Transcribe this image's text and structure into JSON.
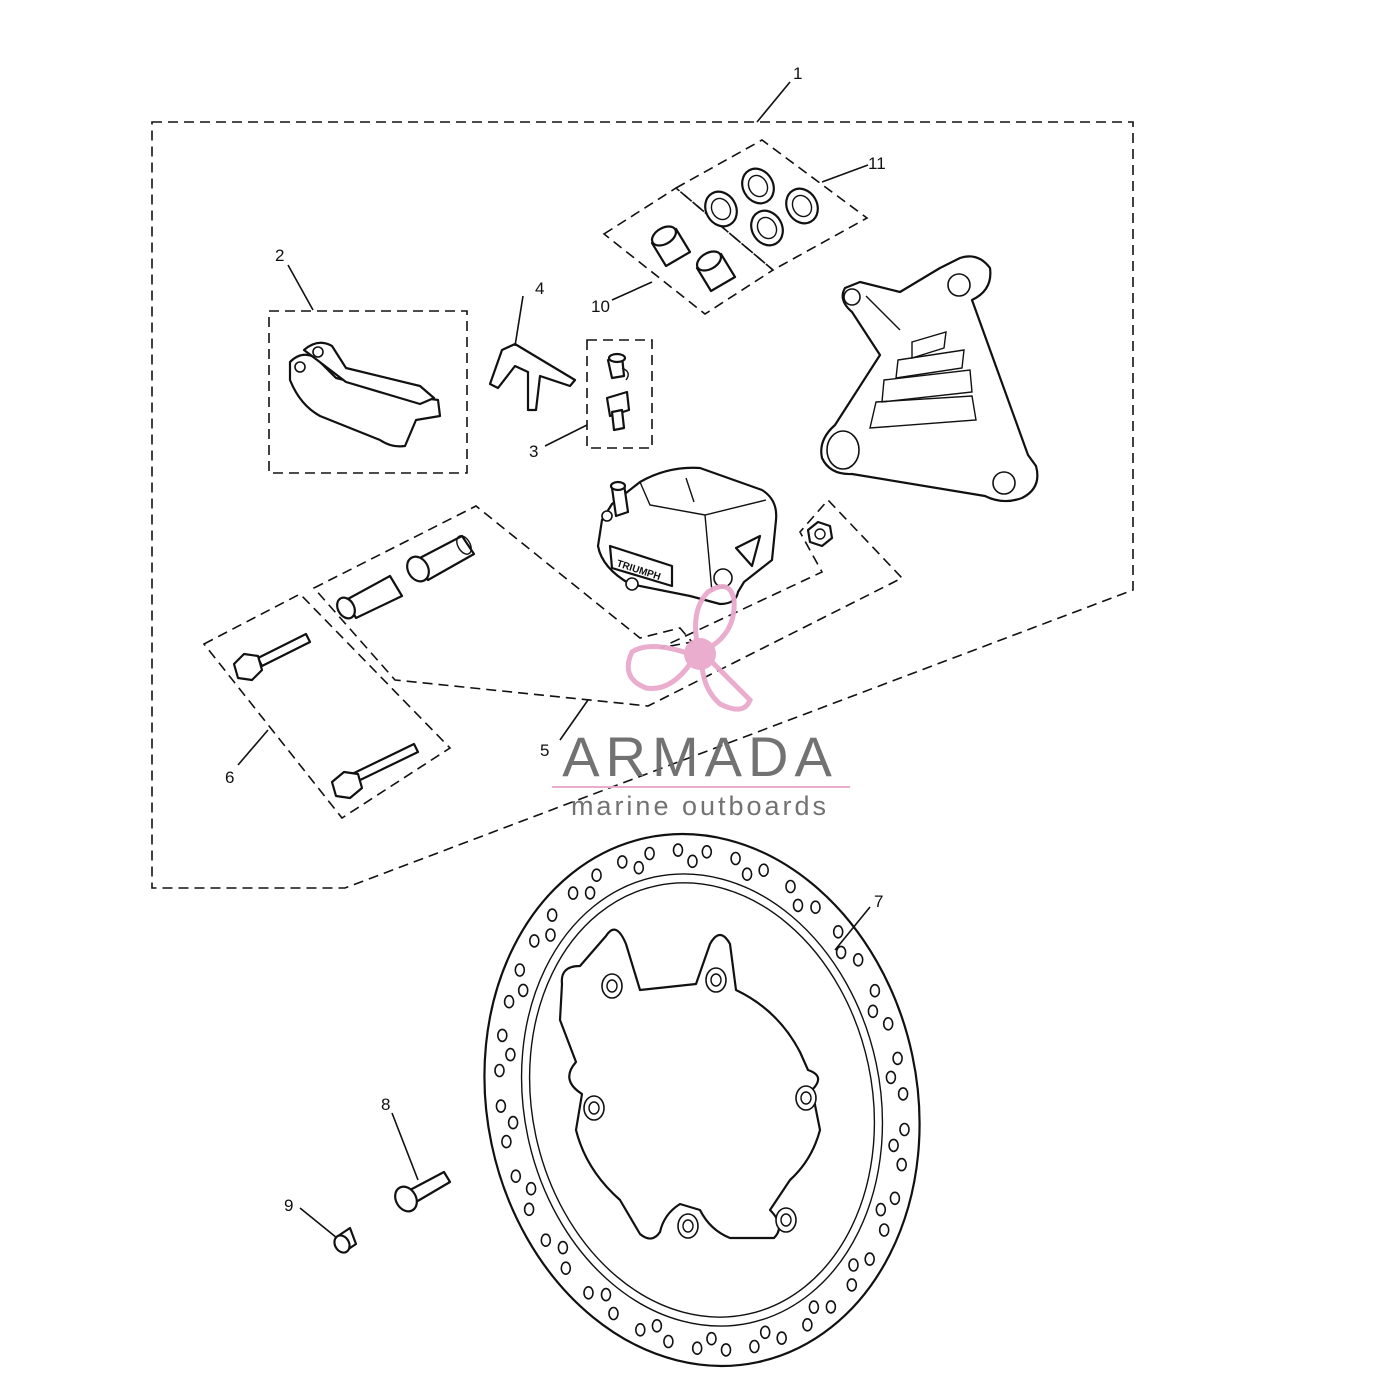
{
  "callouts": [
    {
      "id": "1",
      "label": "1"
    },
    {
      "id": "2",
      "label": "2"
    },
    {
      "id": "3",
      "label": "3"
    },
    {
      "id": "4",
      "label": "4"
    },
    {
      "id": "5",
      "label": "5"
    },
    {
      "id": "6",
      "label": "6"
    },
    {
      "id": "7",
      "label": "7"
    },
    {
      "id": "8",
      "label": "8"
    },
    {
      "id": "9",
      "label": "9"
    },
    {
      "id": "10",
      "label": "10"
    },
    {
      "id": "11",
      "label": "11"
    }
  ],
  "watermark": {
    "brand": "ARMADA",
    "tagline": "marine outboards",
    "accent_color": "#e9a9cc"
  },
  "caliper_logo_text": "TRIUMPH",
  "colors": {
    "line": "#111111",
    "background": "#ffffff"
  }
}
